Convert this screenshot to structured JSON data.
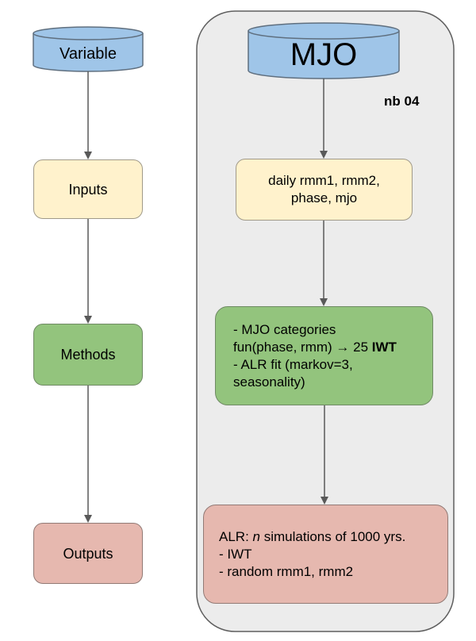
{
  "left": {
    "variable": "Variable",
    "inputs": "Inputs",
    "methods": "Methods",
    "outputs": "Outputs"
  },
  "right": {
    "title": "MJO",
    "notebook": "nb 04",
    "inputs": {
      "line1": "daily rmm1, rmm2,",
      "line2": "phase, mjo"
    },
    "methods": {
      "line1": "-  MJO categories",
      "line2_pre": "fun(phase, rmm) → 25 ",
      "line2_bold": "IWT",
      "line3": "- ALR fit (markov=3,",
      "line4": "seasonality)"
    },
    "outputs": {
      "line1_pre": "ALR: ",
      "line1_ital": "n",
      "line1_post": " simulations of 1000 yrs.",
      "line2": "- IWT",
      "line3": "- random rmm1, rmm2"
    }
  },
  "colors": {
    "cylinder": "#9fc5e8",
    "input": "#fff2cc",
    "method": "#93c47d",
    "output": "#e6b8af",
    "panel": "#ececec",
    "connector": "#595959"
  }
}
